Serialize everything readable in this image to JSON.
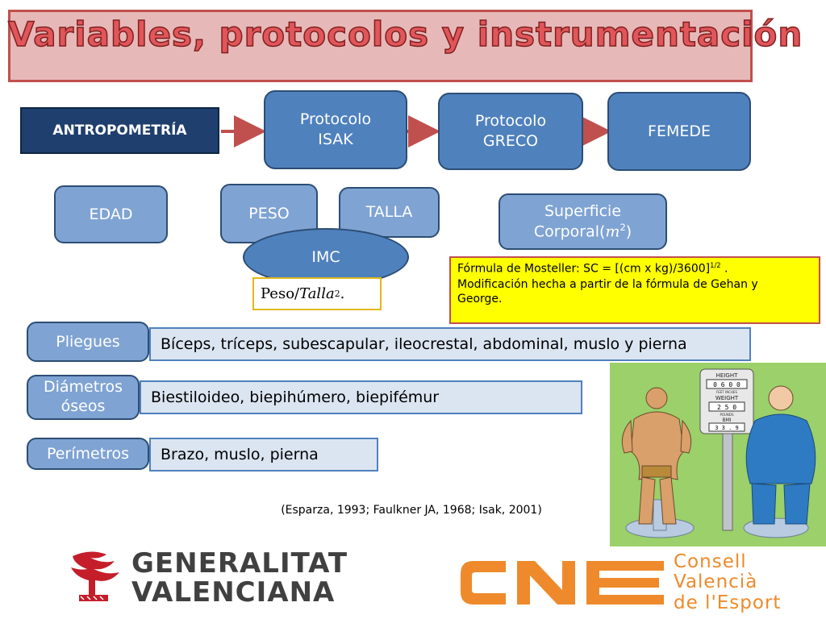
{
  "title": "Variables, protocolos y instrumentación",
  "antropometria": "ANTROPOMETRÍA",
  "protocols": [
    {
      "line1": "Protocolo",
      "line2": "ISAK"
    },
    {
      "line1": "Protocolo",
      "line2": "GRECO"
    },
    {
      "line1": "FEMEDE",
      "line2": ""
    }
  ],
  "variables": {
    "edad": "EDAD",
    "peso": "PESO",
    "talla": "TALLA",
    "superficie_line1": "Superficie",
    "superficie_line2": "Corporal(",
    "superficie_m": "m",
    "superficie_exp": "2",
    "superficie_close": ")",
    "imc": "IMC",
    "peso_formula_prefix": "Peso/",
    "peso_formula_var": "Talla",
    "peso_formula_exp": "2",
    "peso_formula_suffix": "."
  },
  "mosteller": {
    "line1_prefix": "Fórmula de Mosteller: SC = [(cm x kg)/3600]",
    "line1_exp": "1/2",
    "line1_suffix": " .",
    "line2": "Modificación hecha a partir de la fórmula de Gehan y",
    "line3": "George."
  },
  "measures": [
    {
      "label": "Pliegues",
      "label2": "",
      "value": "Bíceps, tríceps, subescapular, ileocrestal, abdominal, muslo y pierna"
    },
    {
      "label": "Diámetros",
      "label2": "óseos",
      "value": "Biestiloideo, biepihúmero, biepifémur"
    },
    {
      "label": "Perímetros",
      "label2": "",
      "value": "Brazo, muslo, pierna"
    }
  ],
  "citation": "(Esparza, 1993; Faulkner JA, 1968; Isak, 2001)",
  "scale_display": {
    "height_label": "HEIGHT",
    "height_value": "0 6 0 0",
    "height_units": "FEET   INCHES",
    "weight_label": "WEIGHT",
    "weight_value": "2 5 0",
    "weight_units": "POUNDS",
    "bmi_label": "BMI",
    "bmi_value": "3 3 . 9"
  },
  "logos": {
    "gv_line1": "GENERALITAT",
    "gv_line2": "VALENCIANA",
    "cve_line1": "Consell",
    "cve_line2": "Valencià",
    "cve_line3": "de l'Esport"
  },
  "colors": {
    "title_bg": "#e6b9b8",
    "title_text": "#e0565a",
    "box_blue": "#4f81bd",
    "box_light_blue": "#7fa3d3",
    "antro_bg": "#1f3f6e",
    "rect_light": "#dbe5f1",
    "mosteller_bg": "#ffff00",
    "arrow": "#c0504d",
    "cve_orange": "#ee8a2b"
  }
}
